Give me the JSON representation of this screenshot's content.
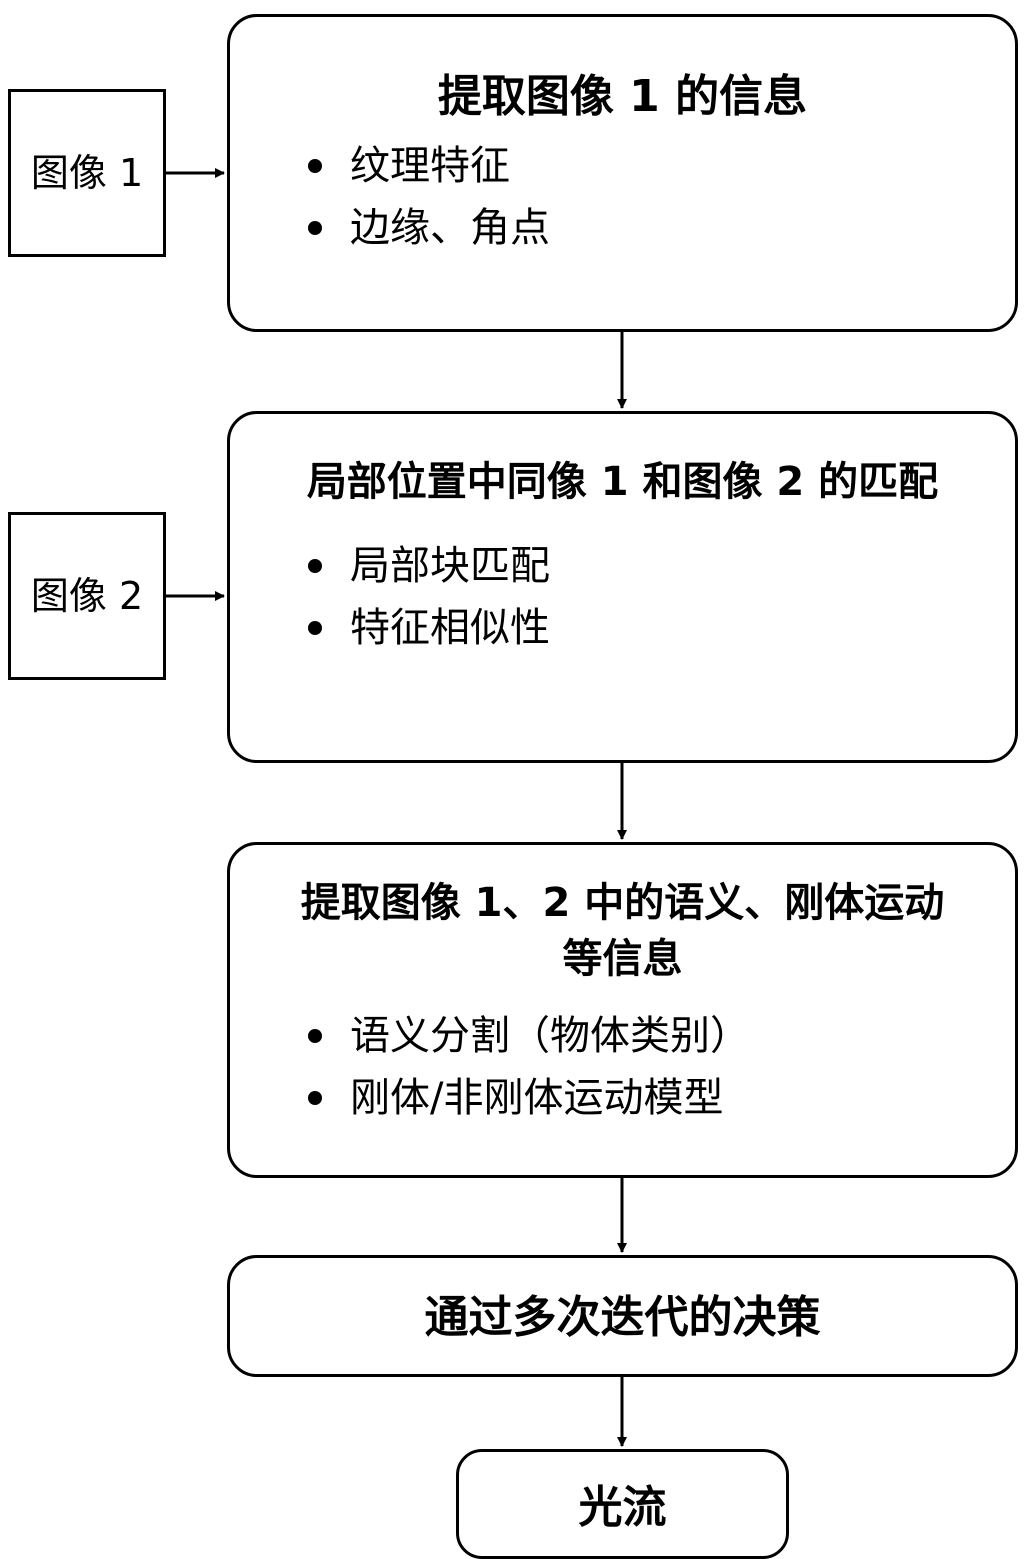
{
  "inputs": [
    {
      "label": "图像 1"
    },
    {
      "label": "图像 2"
    }
  ],
  "steps": [
    {
      "title": "提取图像 1 的信息",
      "bullets": [
        "纹理特征",
        "边缘、角点"
      ]
    },
    {
      "title": "局部位置中同像 1 和图像 2 的匹配",
      "bullets": [
        "局部块匹配",
        "特征相似性"
      ]
    },
    {
      "title_line1": "提取图像 1、2 中的语义、刚体运动",
      "title_line2": "等信息",
      "bullets": [
        "语义分割（物体类别）",
        "刚体/非刚体运动模型"
      ]
    },
    {
      "title": "通过多次迭代的决策"
    }
  ],
  "output": {
    "label": "光流"
  }
}
